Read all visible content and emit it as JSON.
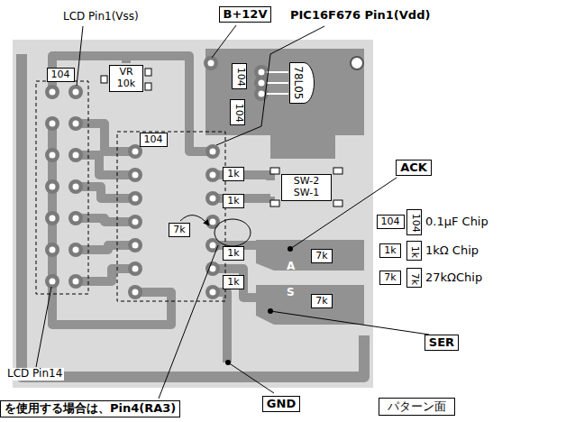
{
  "diagram": {
    "nodes": [
      {
        "text": [
          "B+12V"
        ]
      },
      {
        "text": [
          "104"
        ]
      },
      {
        "text": [
          "VR 10k"
        ]
      },
      {
        "text": [
          "104"
        ]
      },
      {
        "text": [
          "78L05"
        ]
      },
      {
        "text": [
          "104"
        ]
      },
      {
        "text": [
          "104"
        ]
      },
      {
        "text": [
          "1k"
        ]
      },
      {
        "text": [
          "SW-2",
          "SW-1"
        ]
      },
      {
        "text": [
          "ACK"
        ]
      },
      {
        "text": [
          "1k"
        ]
      },
      {
        "text": [
          "7k"
        ]
      },
      {
        "text": [
          "1k"
        ]
      },
      {
        "text": [
          "7k"
        ]
      },
      {
        "text": [
          "1k"
        ]
      },
      {
        "text": [
          "7k"
        ]
      },
      {
        "text": [
          "SER"
        ]
      },
      {
        "text": [
          "GND"
        ]
      },
      {
        "text": [
          "を使用する場合は、Pin4(RA3)"
        ]
      },
      {
        "text": [
          "パターン面"
        ]
      },
      {
        "text": [
          "104"
        ]
      },
      {
        "text": [
          "104"
        ]
      },
      {
        "text": [
          "1k"
        ]
      },
      {
        "text": [
          "1k"
        ]
      },
      {
        "text": [
          "7k"
        ]
      },
      {
        "text": [
          "7k"
        ]
      }
    ],
    "labels": [
      "LCD Pin1(Vss)",
      "PIC16F676 Pin1(Vdd)",
      "A",
      "S",
      "LCD Pin14"
    ],
    "legend": [
      {
        "text": "0.1μF Chip"
      },
      {
        "text": "1kΩ Chip"
      },
      {
        "text": "27kΩChip"
      }
    ]
  }
}
